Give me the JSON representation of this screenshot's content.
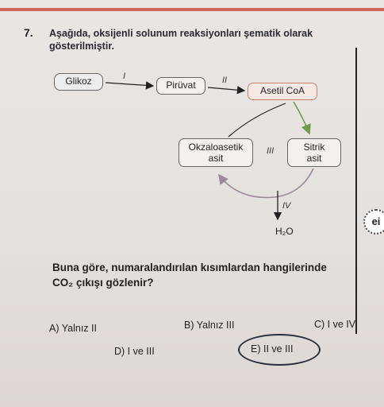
{
  "question": {
    "number": "7.",
    "intro_line1": "Aşağıda, oksijenli solunum reaksiyonları şematik olarak",
    "intro_line2": "gösterilmiştir.",
    "prompt_line1": "Buna göre, numaralandırılan kısımlardan hangilerinde",
    "prompt_line2": "CO₂ çıkışı gözlenir?"
  },
  "diagram": {
    "nodes": {
      "glikoz": "Glikoz",
      "piruvat": "Pirüvat",
      "asetil": "Asetil CoA",
      "okz_line1": "Okzaloasetik",
      "okz_line2": "asit",
      "sitrik_line1": "Sitrik",
      "sitrik_line2": "asit",
      "water": "H₂O"
    },
    "steps": {
      "i": "I",
      "ii": "II",
      "iii": "III",
      "iv": "IV"
    }
  },
  "options": {
    "a": "A) Yalnız II",
    "b": "B) Yalnız III",
    "c": "C) I ve IV",
    "d": "D) I ve III",
    "e": "E) II ve III"
  },
  "logo_text": "ei",
  "colors": {
    "accent_red": "#c94b3f",
    "cycle_arrow": "#9c8a9a",
    "green_arrow": "#6f9c4a"
  }
}
